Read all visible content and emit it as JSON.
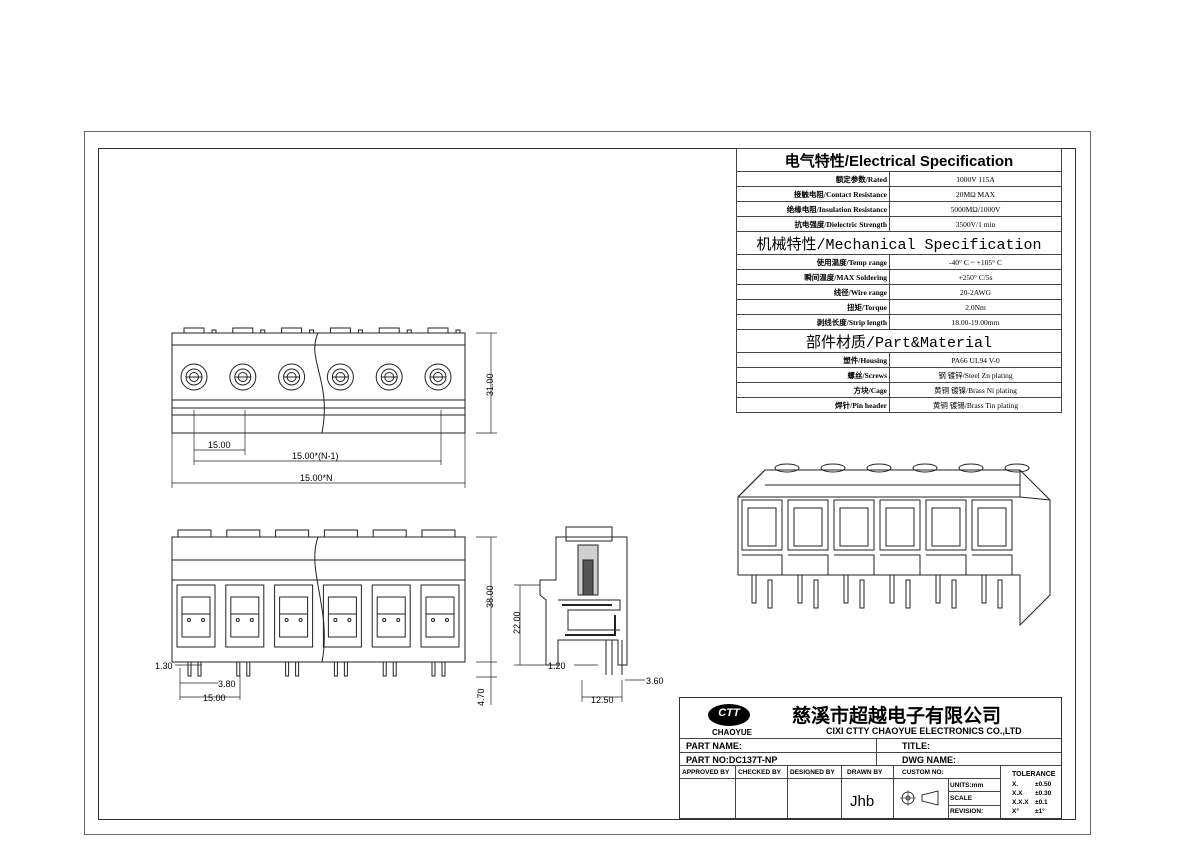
{
  "spec": {
    "electrical_title": "电气特性/Electrical Specification",
    "electrical": [
      {
        "label": "额定参数/Rated",
        "value": "1000V 115A"
      },
      {
        "label": "接触电阻/Contact Resistance",
        "value": "20MΩ MAX"
      },
      {
        "label": "绝缘电阻/Insulation Resistance",
        "value": "5000MΩ/1000V"
      },
      {
        "label": "抗电强度/Dielectric Strength",
        "value": "3500V/1 min"
      }
    ],
    "mechanical_title": "机械特性/Mechanical Specification",
    "mechanical": [
      {
        "label": "使用温度/Temp range",
        "value": "-40° C ~ +105° C"
      },
      {
        "label": "瞬间温度/MAX Soldering",
        "value": "+250° C/5s"
      },
      {
        "label": "线径/Wire range",
        "value": "20-2AWG"
      },
      {
        "label": "扭矩/Torque",
        "value": "2.0Nm"
      },
      {
        "label": "剥线长度/Strip length",
        "value": "18.00-19.00mm"
      }
    ],
    "material_title": "部件材质/Part&Material",
    "material": [
      {
        "label": "塑件/Housing",
        "value": "PA66 UL94 V-0"
      },
      {
        "label": "螺丝/Screws",
        "value": "钢 镀锌/Steel Zn plating"
      },
      {
        "label": "方块/Cage",
        "value": "黄铜 镀镍/Brass Ni plating"
      },
      {
        "label": "焊针/Pin header",
        "value": "黄铜 镀锡/Brass Tin plating"
      }
    ]
  },
  "dimensions": {
    "top_pitch": "15.00",
    "top_pitch_n1": "15.00*(N-1)",
    "top_total": "15.00*N",
    "top_height": "31.00",
    "front_height": "38.00",
    "front_pin_offset": "1.30",
    "front_pin_gap": "3.80",
    "front_pitch": "15.00",
    "front_pin_len": "4.70",
    "side_height": "22.00",
    "side_pin": "1.20",
    "side_width": "12.50",
    "side_pin_w": "3.60"
  },
  "titleblock": {
    "logo_text": "CHAOYUE",
    "logo_mark": "CTT",
    "company_cn": "慈溪市超越电子有限公司",
    "company_en": "CIXI CTTY CHAOYUE ELECTRONICS CO.,LTD",
    "part_name": "PART NAME:",
    "part_no": "PART NO:DC137T-NP",
    "title": "TITLE:",
    "dwg_name": "DWG NAME:",
    "approved_by": "APPROVED BY",
    "checked_by": "CHECKED BY",
    "designed_by": "DESIGNED BY",
    "drawn_by": "DRAWN BY",
    "drawn_by_value": "Jhb",
    "custom_no": "CUSTOM NO:",
    "units": "UNITS:mm",
    "scale": "SCALE",
    "revision": "REVISION:",
    "tolerance_title": "TOLERANCE",
    "tolerance": [
      {
        "k": "X.",
        "v": "±0.50"
      },
      {
        "k": "X.X",
        "v": "±0.30"
      },
      {
        "k": "X.X.X",
        "v": "±0.1"
      },
      {
        "k": "X°",
        "v": "±1°"
      }
    ]
  }
}
